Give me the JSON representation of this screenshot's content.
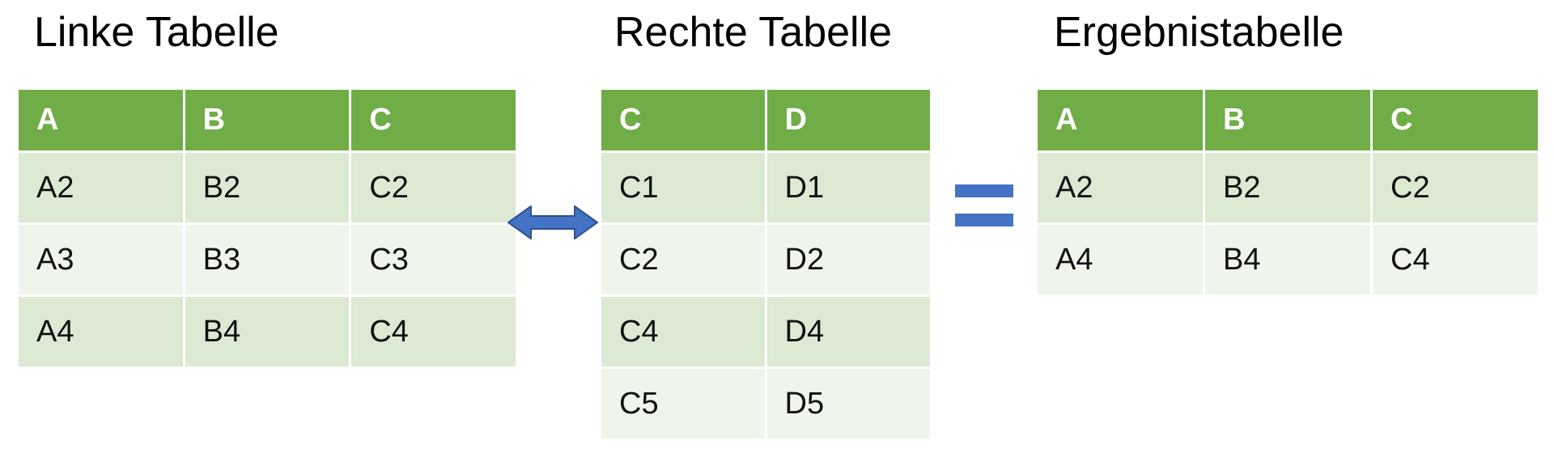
{
  "figure": {
    "left_table": {
      "title": "Linke Tabelle",
      "headers": [
        "A",
        "B",
        "C"
      ],
      "rows": [
        [
          "A2",
          "B2",
          "C2"
        ],
        [
          "A3",
          "B3",
          "C3"
        ],
        [
          "A4",
          "B4",
          "C4"
        ]
      ]
    },
    "right_table": {
      "title": "Rechte Tabelle",
      "headers": [
        "C",
        "D"
      ],
      "rows": [
        [
          "C1",
          "D1"
        ],
        [
          "C2",
          "D2"
        ],
        [
          "C4",
          "D4"
        ],
        [
          "C5",
          "D5"
        ]
      ]
    },
    "result_table": {
      "title": "Ergebnistabelle",
      "headers": [
        "A",
        "B",
        "C"
      ],
      "rows": [
        [
          "A2",
          "B2",
          "C2"
        ],
        [
          "A4",
          "B4",
          "C4"
        ]
      ]
    },
    "connectors": {
      "arrow": "double-headed-arrow",
      "equals": "="
    }
  },
  "colors": {
    "header_green": "#70AD47",
    "row_odd": "#DCE9D3",
    "row_even": "#F0F5EC",
    "accent_blue": "#4472C4",
    "arrow_border": "#2F528F",
    "header_text": "#FFFFFF",
    "text": "#111111",
    "background": "#FFFFFF"
  }
}
